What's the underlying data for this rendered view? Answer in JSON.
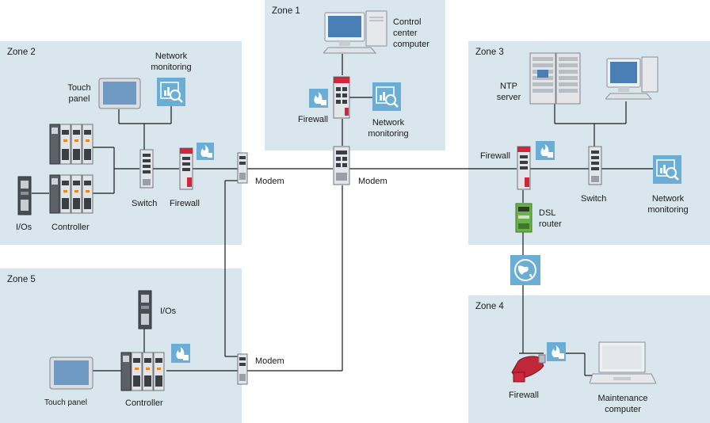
{
  "zones": {
    "zone1": {
      "title": "Zone 1"
    },
    "zone2": {
      "title": "Zone 2"
    },
    "zone3": {
      "title": "Zone 3"
    },
    "zone4": {
      "title": "Zone 4"
    },
    "zone5": {
      "title": "Zone 5"
    }
  },
  "labels": {
    "control_center_1": "Control",
    "control_center_2": "center",
    "control_center_3": "computer",
    "z1_firewall": "Firewall",
    "z1_netmon_1": "Network",
    "z1_netmon_2": "monitoring",
    "z1_modem": "Modem",
    "z2_netmon_1": "Network",
    "z2_netmon_2": "monitoring",
    "z2_touch_1": "Touch",
    "z2_touch_2": "panel",
    "z2_switch": "Switch",
    "z2_firewall": "Firewall",
    "z2_ios": "I/Os",
    "z2_controller": "Controller",
    "z2_modem": "Modem",
    "z3_ntp_1": "NTP",
    "z3_ntp_2": "server",
    "z3_firewall": "Firewall",
    "z3_switch": "Switch",
    "z3_netmon_1": "Network",
    "z3_netmon_2": "monitoring",
    "z3_dsl_1": "DSL",
    "z3_dsl_2": "router",
    "z4_firewall": "Firewall",
    "z4_maint_1": "Maintenance",
    "z4_maint_2": "computer",
    "z5_ios": "I/Os",
    "z5_touch": "Touch panel",
    "z5_controller": "Controller",
    "z5_modem": "Modem"
  },
  "icons": {
    "network_monitoring": "chart-magnifier-icon",
    "firewall_badge": "flame-wall-icon",
    "internet": "globe-icon"
  },
  "colors": {
    "zone_bg": "#d9e6ee",
    "icon_blue": "#6aaed6",
    "firewall_red": "#d0283a",
    "dsl_green": "#6bb14a",
    "wire": "#1a1a1a"
  }
}
